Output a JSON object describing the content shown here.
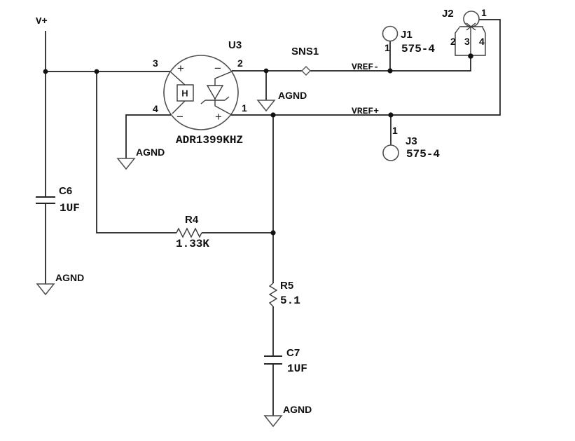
{
  "schematic": {
    "power": {
      "v_plus": "V+",
      "agnd": "AGND"
    },
    "nets": {
      "sns1": "SNS1",
      "vref_minus": "VREF-",
      "vref_plus": "VREF+"
    },
    "components": {
      "u3": {
        "ref": "U3",
        "part": "ADR1399KHZ",
        "heater": "H",
        "plus": "+",
        "minus": "−",
        "pin1": "1",
        "pin2": "2",
        "pin3": "3",
        "pin4": "4"
      },
      "j1": {
        "ref": "J1",
        "part": "575-4",
        "pin1": "1"
      },
      "j2": {
        "ref": "J2",
        "pin1": "1",
        "pin2": "2",
        "pin3": "3",
        "pin4": "4"
      },
      "j3": {
        "ref": "J3",
        "part": "575-4",
        "pin1": "1"
      },
      "c6": {
        "ref": "C6",
        "value": "1UF"
      },
      "c7": {
        "ref": "C7",
        "value": "1UF"
      },
      "r4": {
        "ref": "R4",
        "value": "1.33K"
      },
      "r5": {
        "ref": "R5",
        "value": "5.1"
      }
    },
    "colors": {
      "wire": "#1c1c1c",
      "symbol": "#4f4f4f",
      "text": "#111111",
      "background": "#ffffff"
    }
  }
}
